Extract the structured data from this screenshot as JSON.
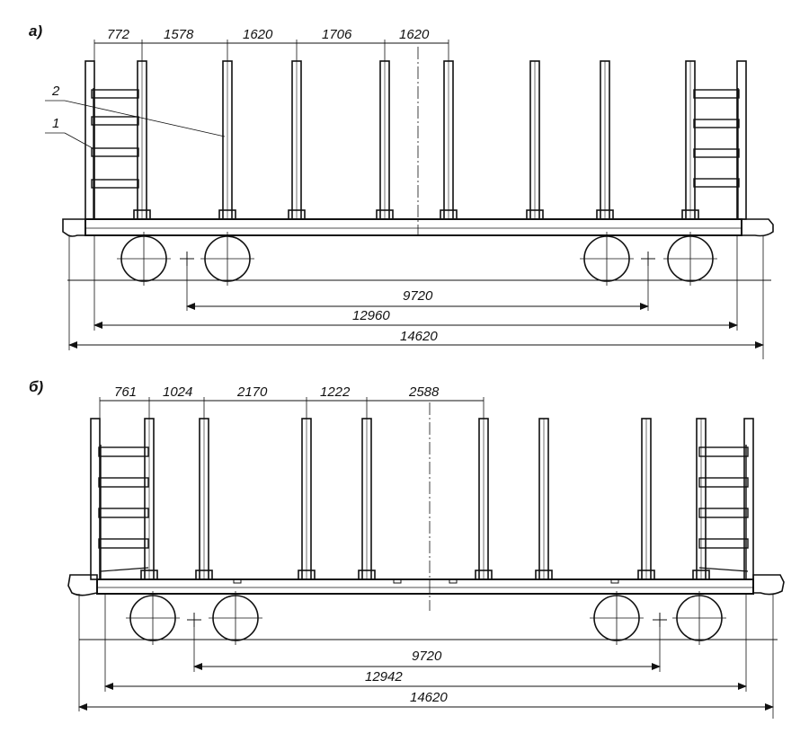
{
  "views": [
    {
      "label": "а)",
      "callouts": [
        "2",
        "1"
      ],
      "top_dims": [
        "772",
        "1578",
        "1620",
        "1706",
        "1620"
      ],
      "bottom_dims": [
        "9720",
        "12960",
        "14620"
      ]
    },
    {
      "label": "б)",
      "callouts": [],
      "top_dims": [
        "761",
        "1024",
        "2170",
        "1222",
        "2588"
      ],
      "bottom_dims": [
        "9720",
        "12942",
        "14620"
      ]
    }
  ]
}
